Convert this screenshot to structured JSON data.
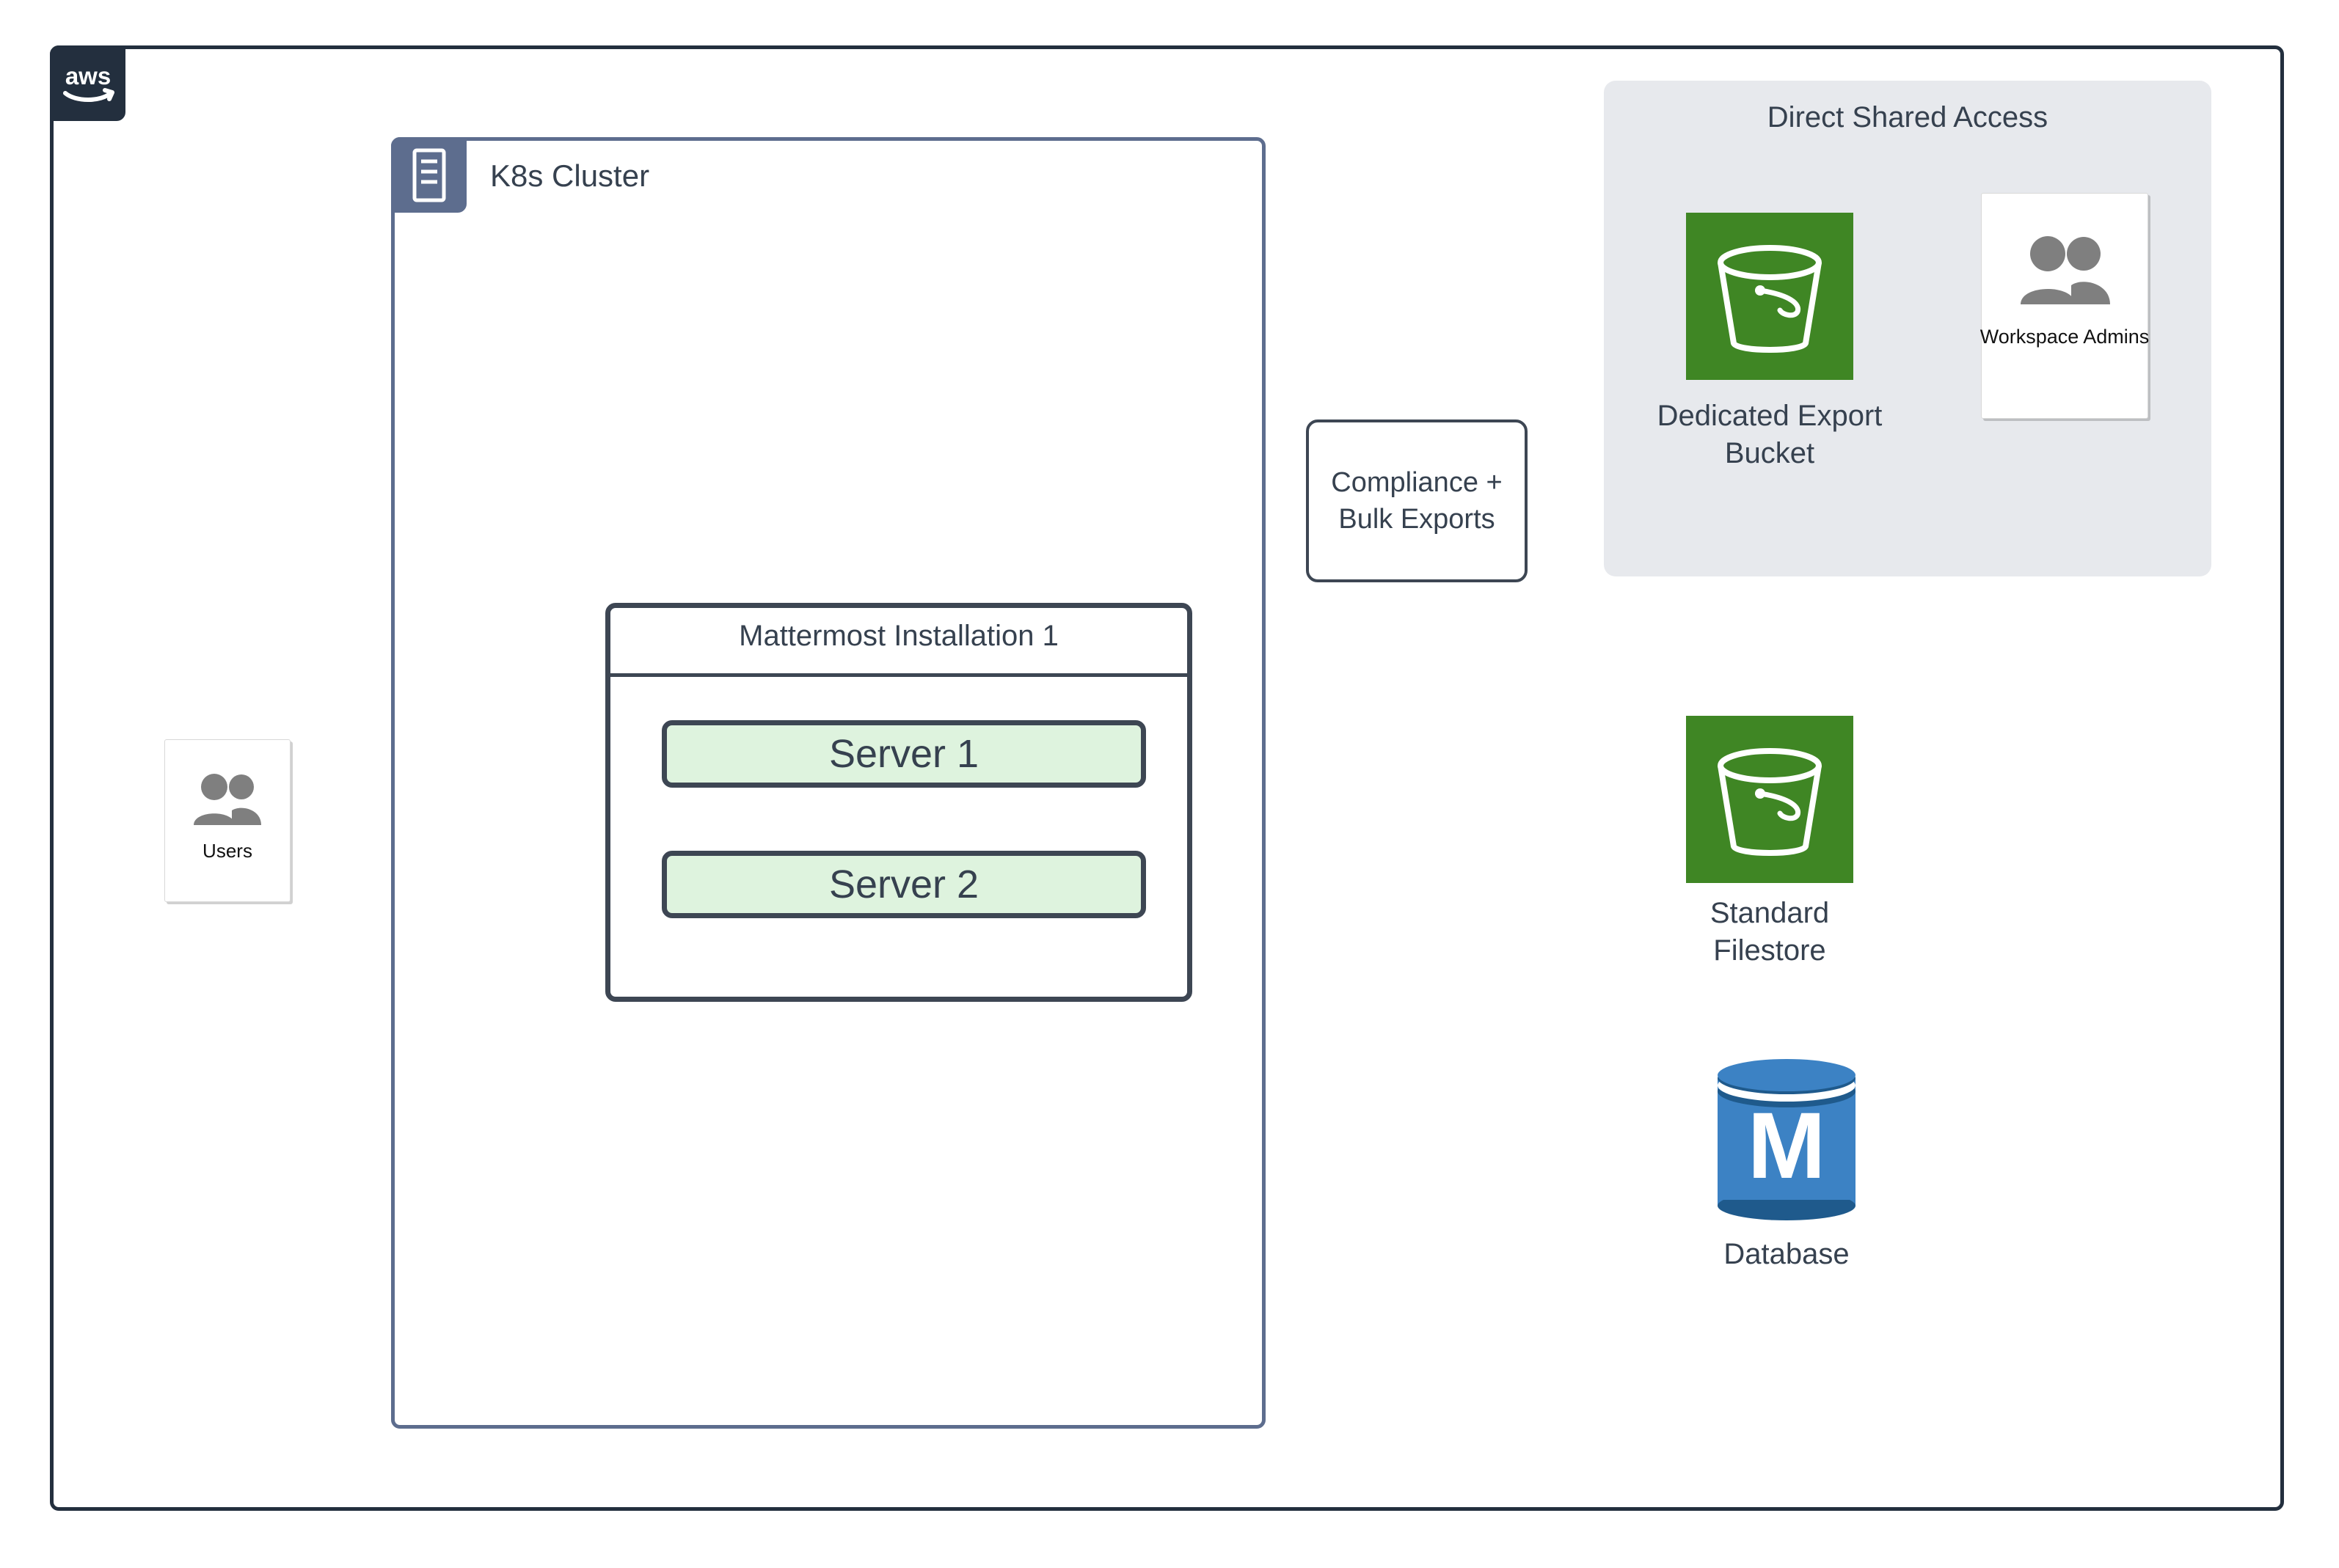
{
  "diagram": {
    "type": "architecture-diagram",
    "cloud_provider_logo": "aws-logo",
    "boundaries": [
      {
        "name": "aws-boundary",
        "label": "",
        "icon": "aws-logo"
      },
      {
        "name": "k8s-cluster",
        "label": "K8s Cluster",
        "icon": "server-rack-icon"
      },
      {
        "name": "direct-shared-access",
        "label": "Direct Shared Access"
      }
    ]
  },
  "aws": {
    "logo_text": "aws"
  },
  "k8s": {
    "title": "K8s Cluster",
    "icon": "server-rack-icon"
  },
  "mattermost": {
    "title": "Mattermost Installation 1",
    "servers": [
      {
        "label": "Server 1"
      },
      {
        "label": "Server 2"
      }
    ]
  },
  "users": {
    "label": "Users",
    "icon": "users-group-icon"
  },
  "compliance": {
    "line1": "Compliance +",
    "line2": "Bulk Exports"
  },
  "shared_access": {
    "title": "Direct Shared Access",
    "admins": {
      "label": "Workspace Admins",
      "icon": "users-group-icon"
    },
    "export_bucket": {
      "line1": "Dedicated Export",
      "line2": "Bucket",
      "icon": "s3-bucket-icon"
    }
  },
  "filestore": {
    "line1": "Standard",
    "line2": "Filestore",
    "icon": "s3-bucket-icon"
  },
  "database": {
    "label": "Database",
    "icon": "database-cylinder-icon",
    "glyph": "M"
  },
  "colors": {
    "aws_navy": "#232F3E",
    "k8s_slate": "#5D6D8E",
    "node_outline": "#3D4653",
    "server_fill": "#DEF3DE",
    "s3_green": "#3F8624",
    "db_blue": "#3C82C4",
    "db_blue_dark": "#1F5A8C",
    "group_gray": "#E7E9ED",
    "person_gray": "#7F7F7F",
    "text": "#36414F"
  },
  "connections": [
    {
      "from": "users",
      "to": "server-1",
      "style": "orthogonal-arrow"
    },
    {
      "from": "users",
      "to": "server-2",
      "style": "orthogonal-arrow"
    },
    {
      "from": "mattermost-installation-1",
      "to": "standard-filestore",
      "style": "orthogonal-arrow"
    },
    {
      "from": "compliance-bulk-exports",
      "to": "dedicated-export-bucket",
      "style": "orthogonal-arrow"
    },
    {
      "from": "compliance-bulk-exports",
      "to": "database",
      "style": "orthogonal-arrow"
    },
    {
      "from": "workspace-admins",
      "to": "dedicated-export-bucket",
      "style": "straight-arrow"
    }
  ]
}
